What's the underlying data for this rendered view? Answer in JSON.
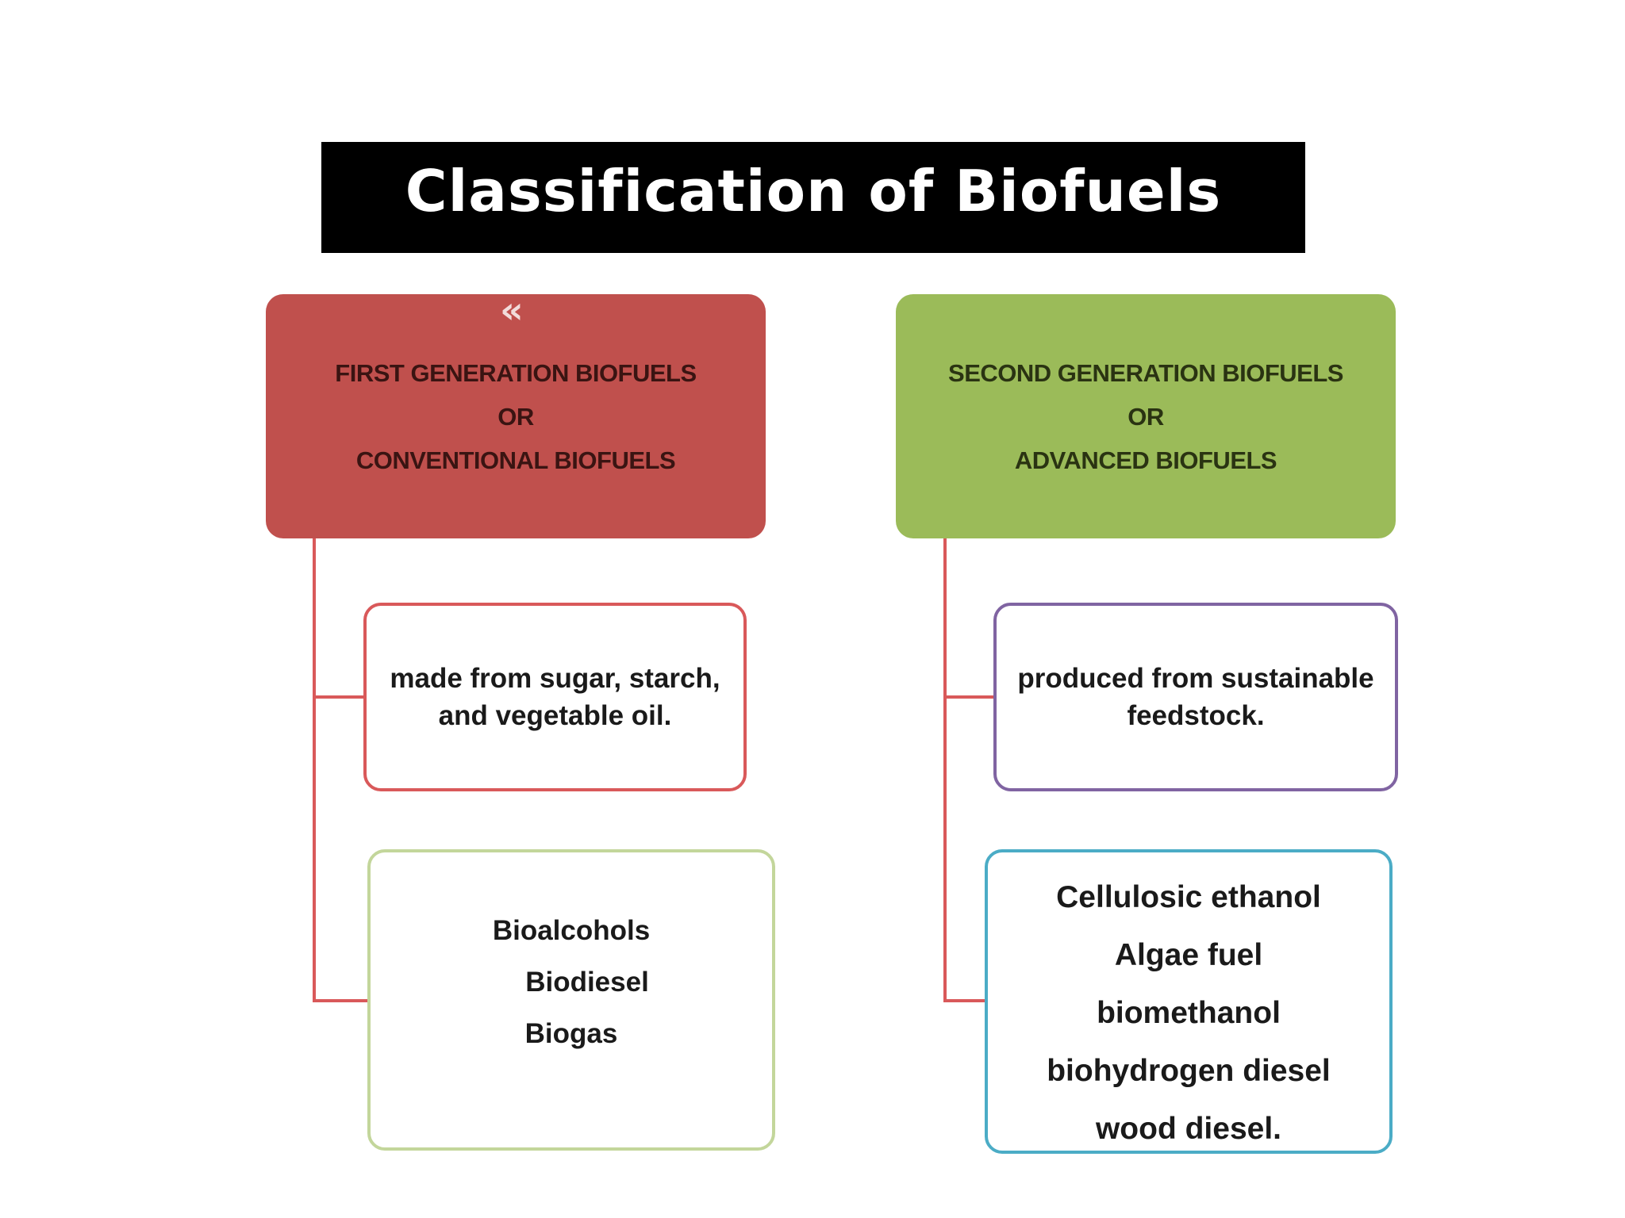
{
  "title": "Classification of Biofuels",
  "colors": {
    "title_bar": "#000000",
    "first_generation": "#c0504d",
    "second_generation": "#9bbb59",
    "connector": "#d9595a"
  },
  "first_generation": {
    "heading_lines": [
      "FIRST GENERATION BIOFUELS",
      "OR",
      "CONVENTIONAL BIOFUELS"
    ],
    "description_lines": [
      "made from sugar, starch,",
      "and vegetable oil."
    ],
    "examples": [
      "Bioalcohols",
      "Biodiesel",
      "Biogas"
    ]
  },
  "second_generation": {
    "heading_lines": [
      "SECOND GENERATION BIOFUELS",
      "OR",
      "ADVANCED BIOFUELS"
    ],
    "description_lines": [
      "produced from sustainable",
      "feedstock."
    ],
    "examples": [
      "Cellulosic ethanol",
      "Algae fuel",
      "biomethanol",
      "biohydrogen diesel",
      "wood diesel."
    ]
  },
  "chevron_glyph": "«"
}
